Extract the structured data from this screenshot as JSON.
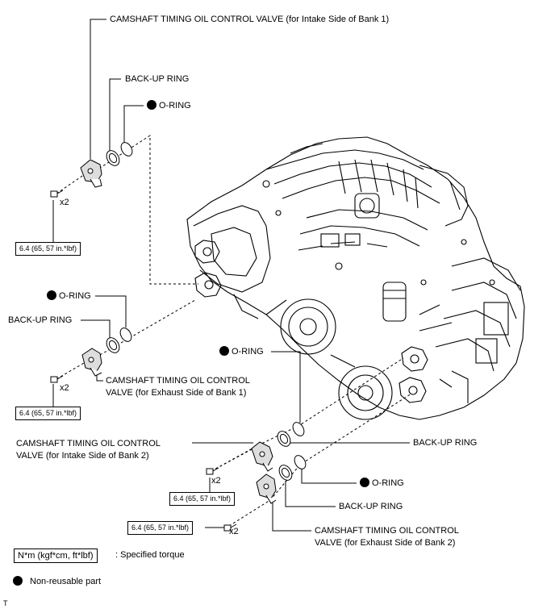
{
  "labels": {
    "ocv_intake_bank1": "CAMSHAFT TIMING OIL CONTROL VALVE (for Intake Side of Bank 1)",
    "backup_ring_1": "BACK-UP RING",
    "oring_1": "O-RING",
    "oring_2": "O-RING",
    "backup_ring_2": "BACK-UP RING",
    "ocv_exhaust_bank1_line1": "CAMSHAFT TIMING OIL CONTROL",
    "ocv_exhaust_bank1_line2": "VALVE (for Exhaust Side of Bank 1)",
    "oring_3": "O-RING",
    "ocv_intake_bank2_line1": "CAMSHAFT TIMING OIL CONTROL",
    "ocv_intake_bank2_line2": "VALVE (for Intake Side of Bank 2)",
    "backup_ring_3": "BACK-UP RING",
    "oring_4": "O-RING",
    "backup_ring_4": "BACK-UP RING",
    "ocv_exhaust_bank2_line1": "CAMSHAFT TIMING OIL CONTROL",
    "ocv_exhaust_bank2_line2": "VALVE (for Exhaust Side of Bank 2)"
  },
  "torque": {
    "t1": "6.4 (65, 57 in.*lbf)",
    "t2": "6.4 (65, 57 in.*lbf)",
    "t3": "6.4 (65, 57 in.*lbf)",
    "t4": "6.4 (65, 57 in.*lbf)"
  },
  "multipliers": {
    "m1": "x2",
    "m2": "x2",
    "m3": "x2",
    "m4": "x2"
  },
  "legend": {
    "torque_unit": "N*m (kgf*cm, ft*lbf)",
    "torque_desc": ": Specified torque",
    "nonreusable": "Non-reusable part"
  },
  "corner_mark": "T"
}
